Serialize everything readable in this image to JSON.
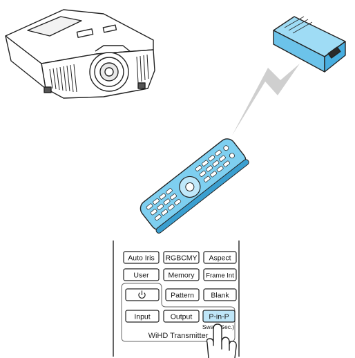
{
  "remote_panel": {
    "rows": [
      [
        "Auto Iris",
        "RGBCMY",
        "Aspect"
      ],
      [
        "User",
        "Memory",
        "Frame Int"
      ],
      [
        "⏻",
        "Pattern",
        "Blank"
      ],
      [
        "Input",
        "Output",
        "P-in-P"
      ]
    ],
    "pinp_sub_label": "Swap (Sec.)",
    "group_label": "WiHD Transmitter"
  },
  "colors": {
    "device_blue": "#7ecff0",
    "device_blue_dark": "#3a9fd0",
    "highlight": "#bfe6f8",
    "signal_gray": "#cfcfcf",
    "outline": "#222222"
  },
  "icons": [
    "projector-icon",
    "wihd-transmitter-icon",
    "wireless-signal-icon",
    "remote-control-icon",
    "pointing-hand-icon",
    "power-icon"
  ]
}
